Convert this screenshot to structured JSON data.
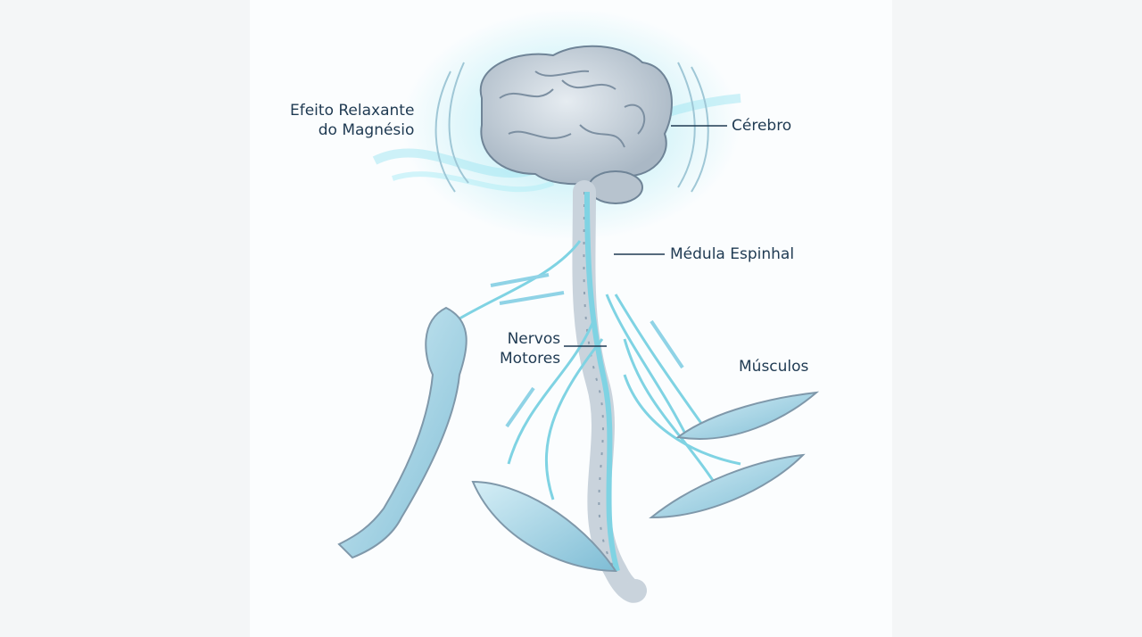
{
  "labels": {
    "effect_line1": "Efeito Relaxante",
    "effect_line2": "do Magnésio",
    "brain": "Cérebro",
    "spinal_cord": "Médula Espinhal",
    "nerves_line1": "Nervos",
    "nerves_line2": "Motores",
    "muscles": "Músculos"
  },
  "colors": {
    "glow": "#8fe3f0",
    "nerve": "#7fd3e3",
    "tissue": "#c9d3dc",
    "muscle": "#9ccde0",
    "text": "#1f3a52"
  }
}
